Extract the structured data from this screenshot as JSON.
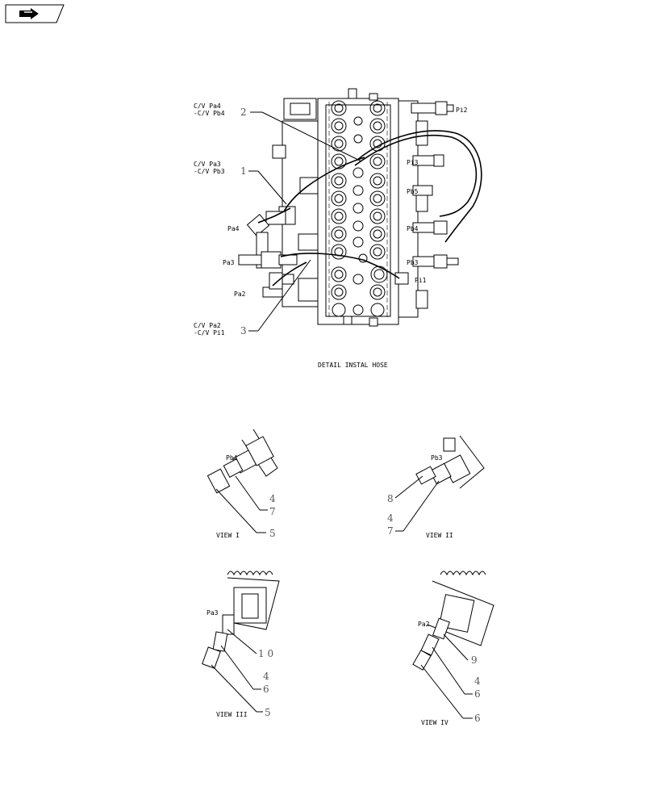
{
  "nav_icon": "arrow-right-icon",
  "main": {
    "caption": "DETAIL INSTAL HOSE",
    "labels": {
      "cv_pa4": "C/V Pa4",
      "cv_pd4": "-C/V Pb4",
      "cv_pa3": "C/V Pa3",
      "cv_pb3": "-C/V Pb3",
      "cv_pa2": "C/V Pa2",
      "cv_pi1": "-C/V Pi1",
      "pa4": "Pa4",
      "pa3": "Pa3",
      "pa2": "Pa2",
      "pi2": "Pi2",
      "pi3": "Pi3",
      "pb5": "Pb5",
      "pb4": "Pb4",
      "pb3": "Pb3",
      "pi1": "Pi1"
    },
    "callouts": {
      "c2": "2",
      "c1": "1",
      "c3": "3"
    }
  },
  "views": {
    "v1": {
      "caption": "VIEW I",
      "port": "Pb4",
      "n4": "4",
      "n7": "7",
      "n5": "5"
    },
    "v2": {
      "caption": "VIEW II",
      "port": "Pb3",
      "n8": "8",
      "n4": "4",
      "n7": "7"
    },
    "v3": {
      "caption": "VIEW III",
      "port": "Pa3",
      "n10": "1 0",
      "n4": "4",
      "n6": "6",
      "n5": "5"
    },
    "v4": {
      "caption": "VIEW IV",
      "port": "Pa2",
      "n9": "9",
      "n4": "4",
      "n6a": "6",
      "n6b": "6"
    }
  }
}
